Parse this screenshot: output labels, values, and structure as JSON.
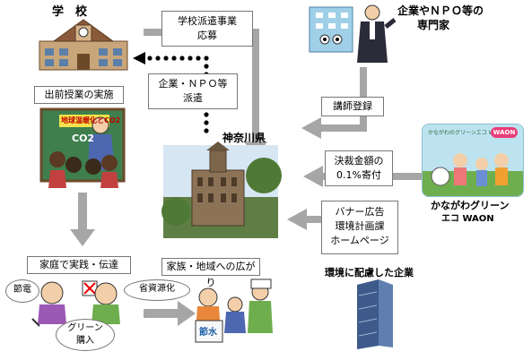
{
  "labels": {
    "school": "学　校",
    "kanagawa": "神奈川県",
    "experts_line1": "企業やＮＰＯ等の",
    "experts_line2": "専門家",
    "waon_line1": "かながわグリーン",
    "waon_line2": "エコ WAON",
    "eco_company": "環境に配慮した企業"
  },
  "boxes": {
    "apply_line1": "学校派遣事業",
    "apply_line2": "応募",
    "dispatch_line1": "企業・ＮＰＯ等",
    "dispatch_line2": "派遣",
    "lecture": "出前授業の実施",
    "register": "講師登録",
    "donate_line1": "決裁金額の",
    "donate_line2": "0.1%寄付",
    "banner_line1": "バナー広告",
    "banner_line2": "環境計画課",
    "banner_line3": "ホームページ",
    "home": "家庭で実践・伝達",
    "spread": "家族・地域への広がり"
  },
  "bubbles": {
    "power": "節電",
    "green_line1": "グリーン",
    "green_line2": "購入",
    "resource": "省資源化"
  },
  "pictures": {
    "lecture_board": "地球温暖化とCO2",
    "lecture_co2": "CO2",
    "water": "節水",
    "card_title": "かながわのグリーンエコ WAON",
    "card_brand": "WAON"
  },
  "colors": {
    "arrow": "#a6a6a6",
    "building": "#9a7b5a",
    "board": "#2f6d3a",
    "card_sky": "#bde3f0"
  }
}
